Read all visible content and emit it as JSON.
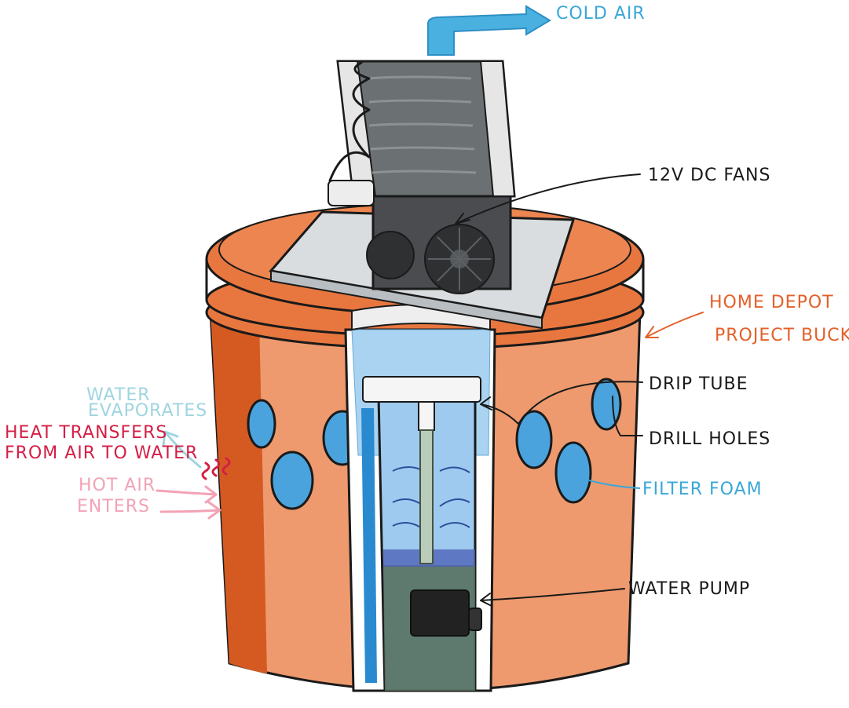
{
  "labels": {
    "cold_air": "COLD AIR",
    "fans": "12V DC FANS",
    "bucket_line1": "HOME DEPOT",
    "bucket_line2": "PROJECT BUCKET",
    "drip_tube": "DRIP TUBE",
    "drill_holes": "DRILL HOLES",
    "filter_foam": "FILTER FOAM",
    "water_pump": "WATER PUMP",
    "water_evap_line1": "WATER",
    "water_evap_line2": "EVAPORATES",
    "heat_line1": "HEAT TRANSFERS",
    "heat_line2": "FROM AIR TO WATER",
    "hot_air_line1": "HOT AIR",
    "hot_air_line2": "ENTERS"
  },
  "colors": {
    "bucket_orange": "#e8773f",
    "bucket_dark": "#c9541f",
    "bucket_light": "#f0a27a",
    "cold_air": "#3aa7d8",
    "foam_blue": "#4aa3dc",
    "water": "#8fc4ea",
    "fan_dark": "#3c3e40",
    "pump": "#222222"
  }
}
